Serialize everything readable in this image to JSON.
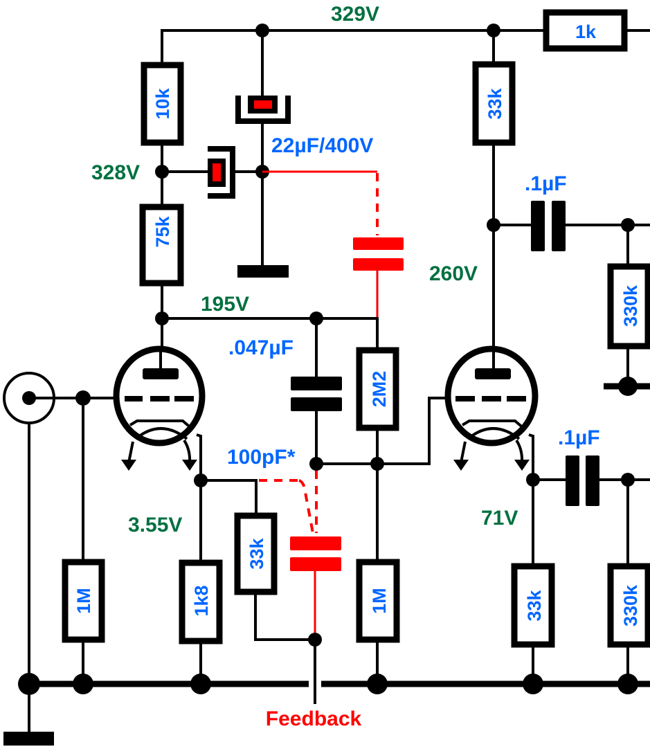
{
  "colors": {
    "wire": "#000000",
    "component_value": "#0066ff",
    "voltage": "#007040",
    "feedback": "#ff0000",
    "electrolytic_marker": "#ff0000"
  },
  "voltages": {
    "b_plus": "329V",
    "v1_plate_supply": "328V",
    "v1_plate": "195V",
    "v1_cathode": "3.55V",
    "v2_plate": "260V",
    "v2_cathode": "71V"
  },
  "resistors": {
    "r_supply": "1k",
    "r_decouple": "10k",
    "r_v1_load": "75k",
    "r_v2_load": "33k",
    "r_v1_grid": "1M",
    "r_v1_cathode": "1k8",
    "r_feedback": "33k",
    "r_v2_grid_bias": "2M2",
    "r_v2_grid": "1M",
    "r_v2_cathode": "33k",
    "r_out1_load": "330k",
    "r_out2_load": "330k"
  },
  "capacitors": {
    "c_decouple": "22µF/400V",
    "c_coupling": ".047µF",
    "c_feedback": "100pF*",
    "c_out1": ".1µF",
    "c_out2": ".1µF"
  },
  "feedback_label": "Feedback",
  "icons": {
    "input_jack": "coax-jack-icon",
    "tube": "triode-tube-icon",
    "ground": "ground-bar-icon",
    "electrolytic": "electrolytic-capacitor-icon"
  }
}
